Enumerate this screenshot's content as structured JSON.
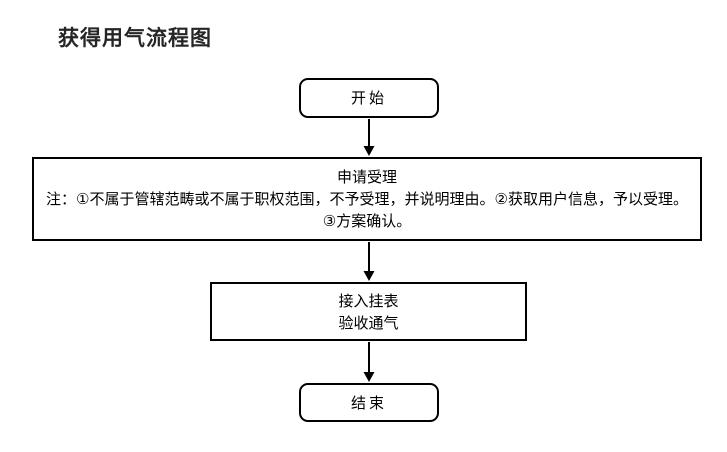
{
  "title": "获得用气流程图",
  "colors": {
    "background": "#ffffff",
    "border": "#000000",
    "text": "#000000",
    "title_text": "#262626"
  },
  "flowchart": {
    "nodes": [
      {
        "id": "start",
        "shape": "rounded-terminator",
        "lines": [
          "开始"
        ]
      },
      {
        "id": "apply-acceptance",
        "shape": "rectangle",
        "lines": [
          "申请受理",
          "注：①不属于管辖范畴或不属于职权范围，不予受理，并说明理由。②获取用户信息，予以受理。",
          "③方案确认。"
        ]
      },
      {
        "id": "meter-installation",
        "shape": "rectangle",
        "lines": [
          "接入挂表",
          "验收通气"
        ]
      },
      {
        "id": "end",
        "shape": "rounded-terminator",
        "lines": [
          "结束"
        ]
      }
    ],
    "connections": [
      {
        "from": "start",
        "to": "apply-acceptance",
        "style": "down-arrow"
      },
      {
        "from": "apply-acceptance",
        "to": "meter-installation",
        "style": "down-arrow"
      },
      {
        "from": "meter-installation",
        "to": "end",
        "style": "down-arrow"
      }
    ]
  }
}
